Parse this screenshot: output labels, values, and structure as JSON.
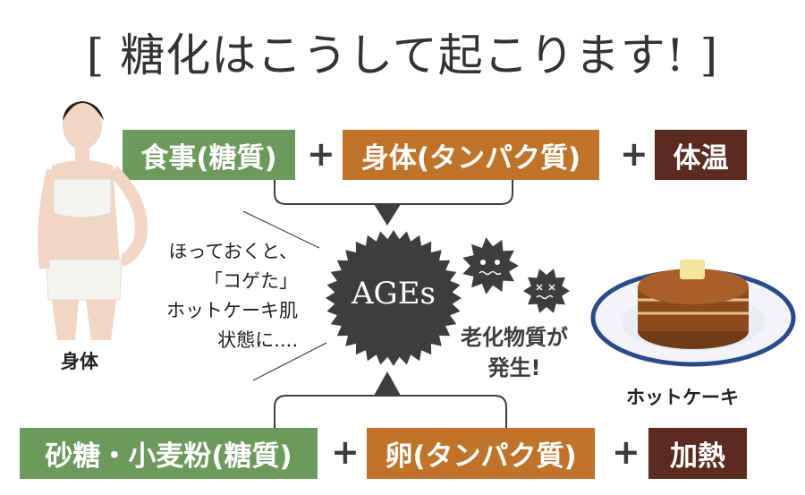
{
  "title": "[ 糖化はこうして起こります! ]",
  "top_row": {
    "items": [
      "食事(糖質)",
      "身体(タンパク質)",
      "体温"
    ],
    "plus": "+"
  },
  "bottom_row": {
    "items": [
      "砂糖・小麦粉(糖質)",
      "卵(タンパク質)",
      "加熱"
    ],
    "plus": "+"
  },
  "center": {
    "label": "AGEs"
  },
  "side_text": [
    "ほっておくと、",
    "「コゲた」",
    "ホットケーキ肌",
    "状態に...."
  ],
  "warning": [
    "老化物質が",
    "発生!"
  ],
  "body_label": "身体",
  "pancake_label": "ホットケーキ",
  "colors": {
    "green": "#6c9a5d",
    "orange": "#c0742a",
    "brown": "#5b2b1f",
    "dark": "#3d3d3d"
  }
}
